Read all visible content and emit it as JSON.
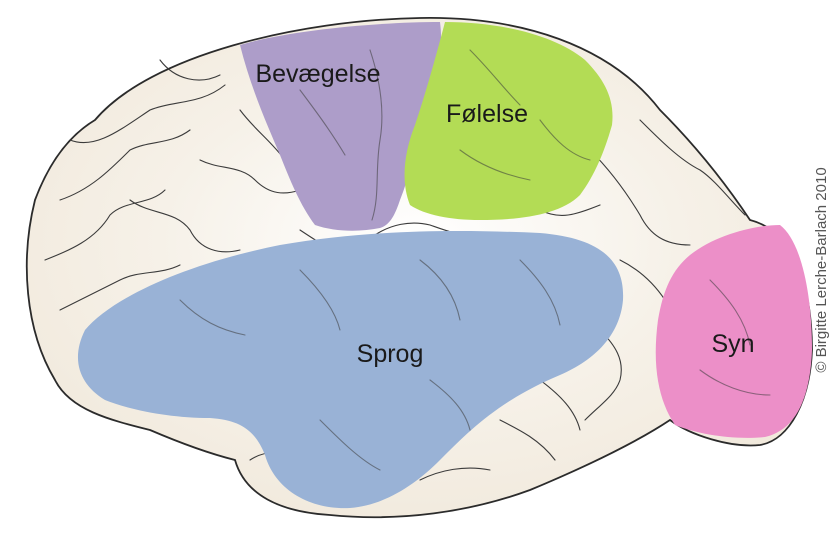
{
  "regions": {
    "movement": {
      "label": "Bevægelse",
      "color": "#ad9dc9"
    },
    "sensation": {
      "label": "Følelse",
      "color": "#b3dc55"
    },
    "language": {
      "label": "Sprog",
      "color": "#99b2d6"
    },
    "vision": {
      "label": "Syn",
      "color": "#ec8fc8"
    }
  },
  "brain_color": "#f1e9dc",
  "copyright": "© Birgitte Lerche-Barlach 2010"
}
